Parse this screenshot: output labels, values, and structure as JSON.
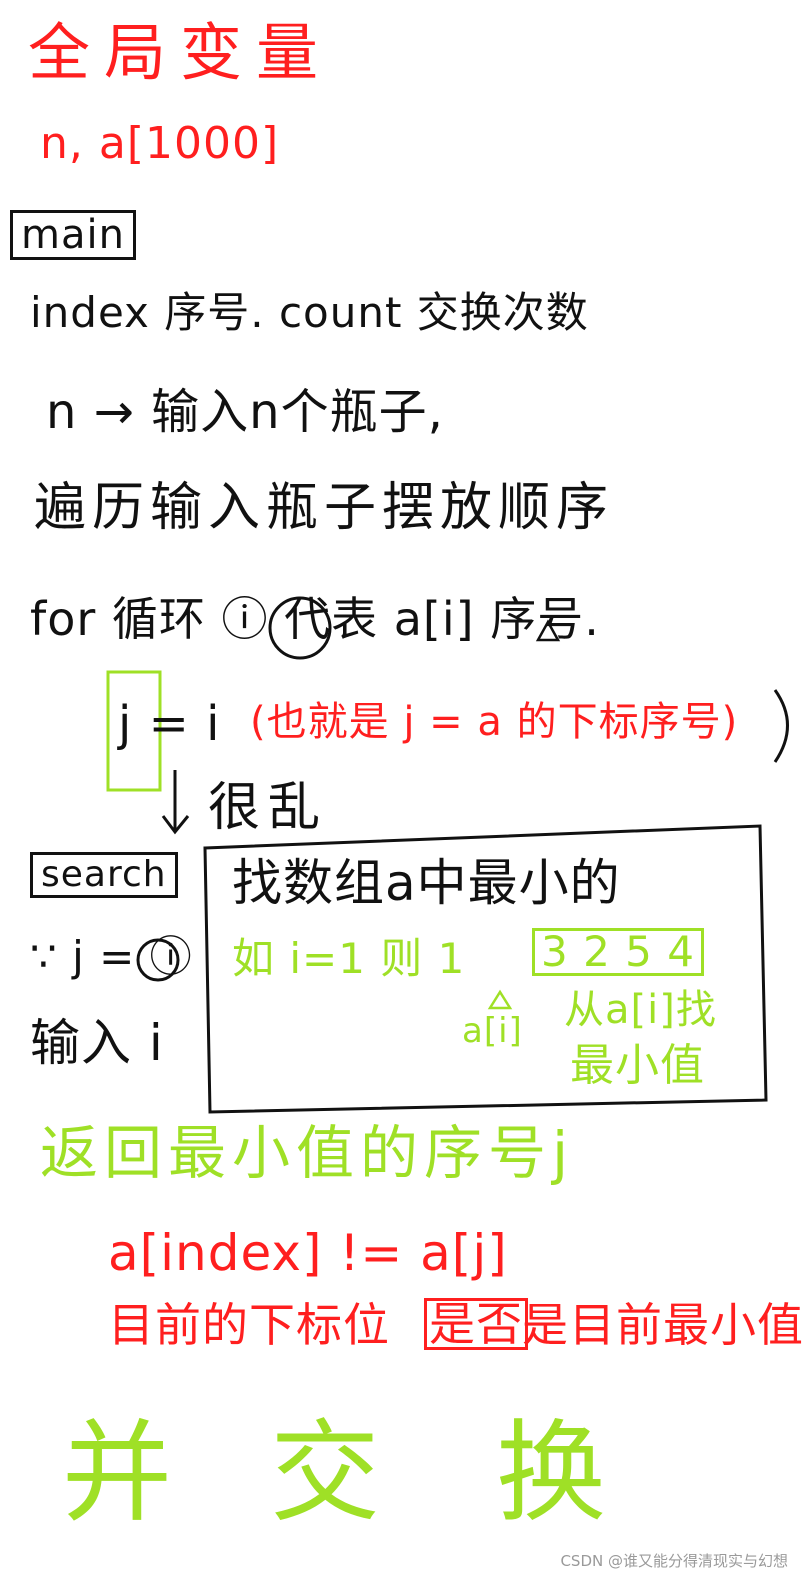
{
  "notes": {
    "globals_title": "全局变量",
    "globals_vars": "n, a[1000]",
    "main_label": "main",
    "main_line1": "index 序号.   count 交换次数",
    "main_line2": "n → 输入n个瓶子,",
    "main_line3": "遍历输入瓶子摆放顺序",
    "for_line": "for 循环 ⓘ 代表 a[i] 序号.",
    "j_assign": "j = i",
    "j_note": "(也就是 j = a 的下标序号)",
    "messy": "很乱",
    "search_label": "search",
    "search_param": "∵ j = ⓘ",
    "search_input": "输入 i",
    "box_title": "找数组a中最小的",
    "box_example": "如 i=1 则 1",
    "box_sequence": "3 2 5 4",
    "box_ai": "a[i]",
    "box_find": "从a[i]找",
    "box_min": "最小值",
    "return_line": "返回最小值的序号j",
    "compare_line": "a[index] != a[j]",
    "current_line_a": "目前的下标位",
    "current_boxed": "是否",
    "current_line_b": "是目前最小值",
    "swap_1": "并",
    "swap_2": "交",
    "swap_3": "换",
    "watermark": "CSDN @谁又能分得清现实与幻想"
  },
  "colors": {
    "red": "#ff1f1f",
    "black": "#111111",
    "green": "#9fe026"
  }
}
